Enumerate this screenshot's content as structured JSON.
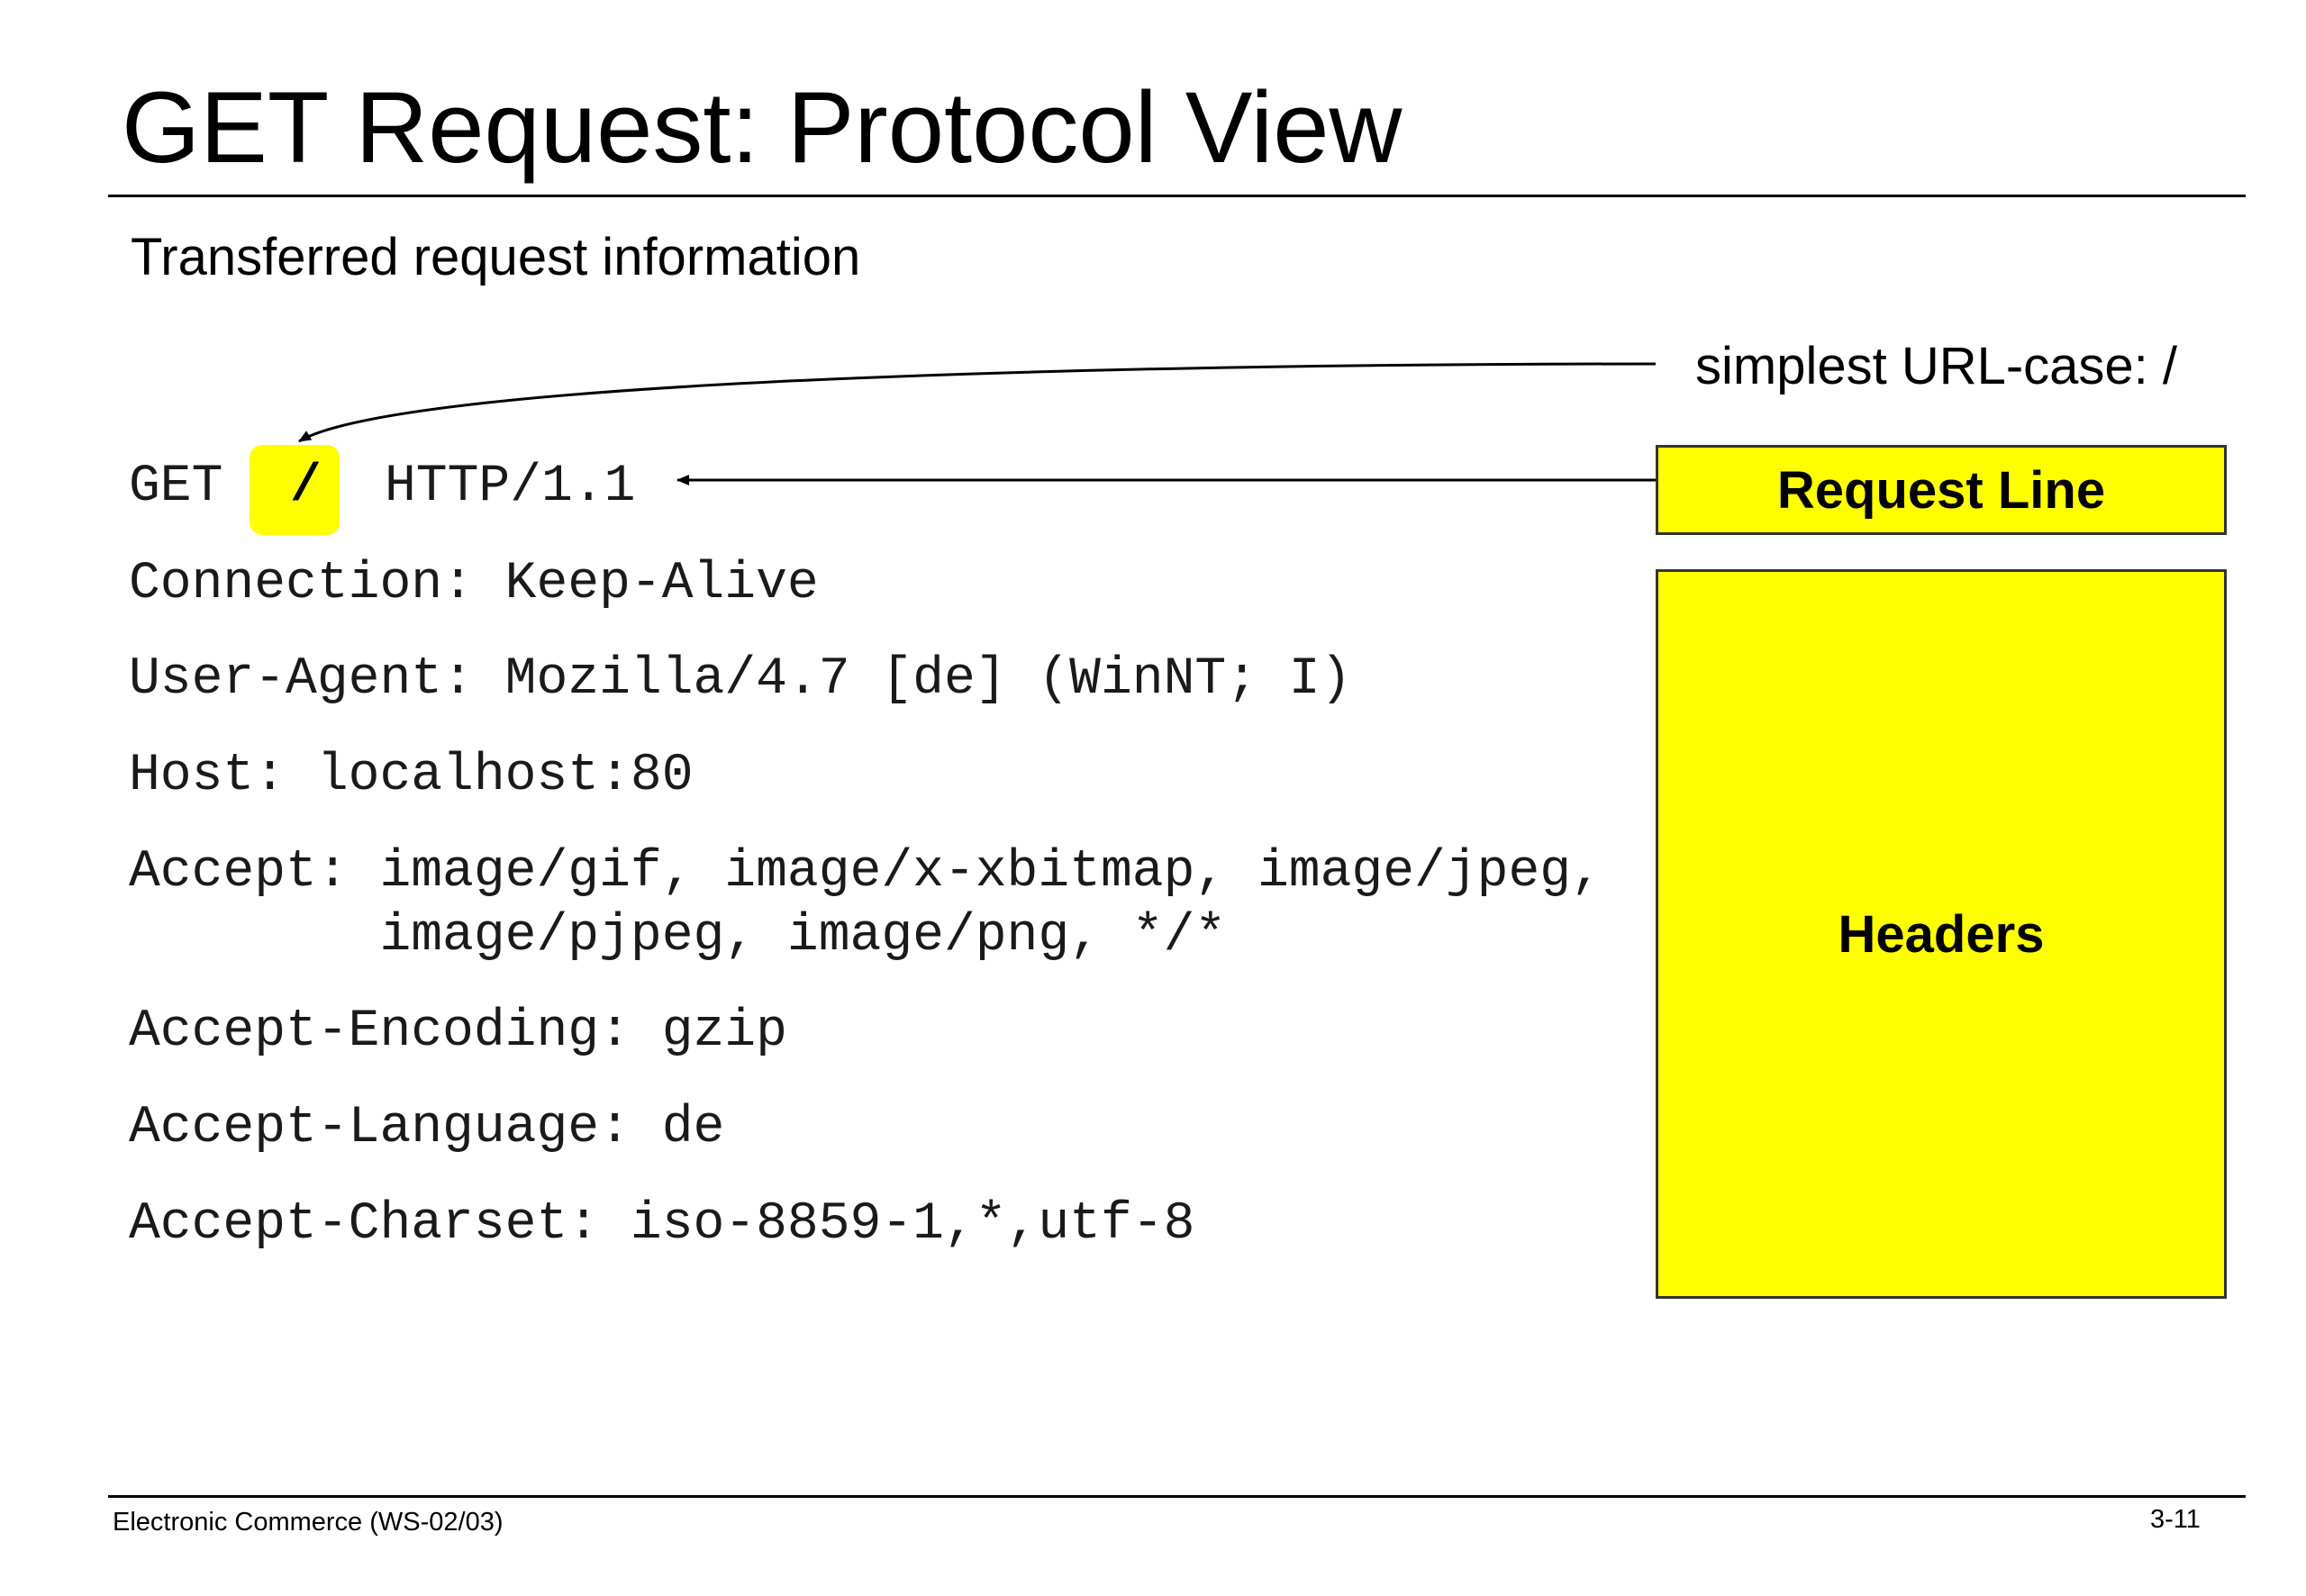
{
  "slide": {
    "title": "GET Request: Protocol View",
    "subtitle": "Transferred request information",
    "callout": "simplest URL-case: /"
  },
  "request": {
    "line_method": "GET",
    "line_path": "/",
    "line_version": "HTTP/1.1",
    "headers": [
      "Connection: Keep-Alive",
      "User-Agent: Mozilla/4.7 [de] (WinNT; I)",
      "Host: localhost:80",
      "Accept: image/gif, image/x-xbitmap, image/jpeg,",
      "        image/pjpeg, image/png, */*",
      "Accept-Encoding: gzip",
      "Accept-Language: de",
      "Accept-Charset: iso-8859-1,*,utf-8"
    ]
  },
  "labels": {
    "request_line": "Request Line",
    "headers": "Headers"
  },
  "footer": {
    "left": "Electronic Commerce (WS-02/03)",
    "right": "3-11"
  },
  "colors": {
    "highlight": "#ffff00"
  }
}
